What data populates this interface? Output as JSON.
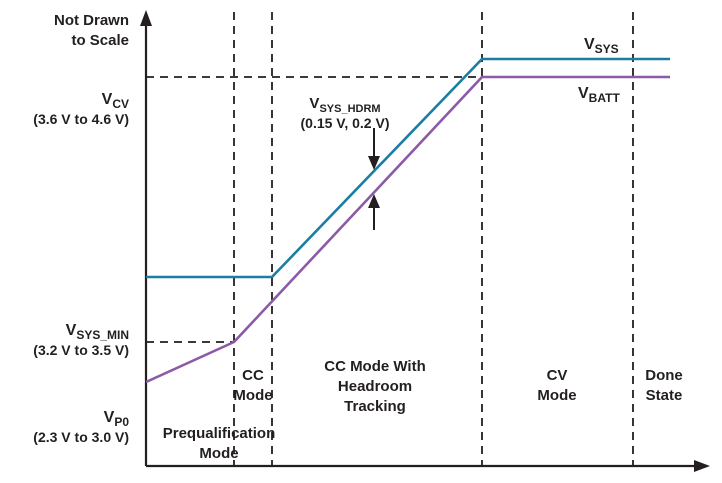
{
  "note": {
    "line1": "Not Drawn",
    "line2": "to Scale"
  },
  "y_labels": {
    "vcv": {
      "main": "V",
      "sub": "CV",
      "range": "(3.6 V to 4.6 V)"
    },
    "vsys_min": {
      "main": "V",
      "sub": "SYS_MIN",
      "range": "(3.2 V to 3.5 V)"
    },
    "vp0": {
      "main": "V",
      "sub": "P0",
      "range": "(2.3 V to 3.0 V)"
    }
  },
  "curves": {
    "vsys": {
      "main": "V",
      "sub": "SYS",
      "color": "#1a7ea3"
    },
    "vbatt": {
      "main": "V",
      "sub": "BATT",
      "color": "#8c5aa6"
    }
  },
  "headroom": {
    "main": "V",
    "sub": "SYS_HDRM",
    "value": "(0.15 V, 0.2 V)"
  },
  "regions": {
    "prequal": {
      "line1": "Prequalification",
      "line2": "Mode"
    },
    "cc": {
      "line1": "CC",
      "line2": "Mode"
    },
    "cc_headroom": {
      "line1": "CC Mode With",
      "line2": "Headroom",
      "line3": "Tracking"
    },
    "cv": {
      "line1": "CV",
      "line2": "Mode"
    },
    "done": {
      "line1": "Done",
      "line2": "State"
    }
  }
}
